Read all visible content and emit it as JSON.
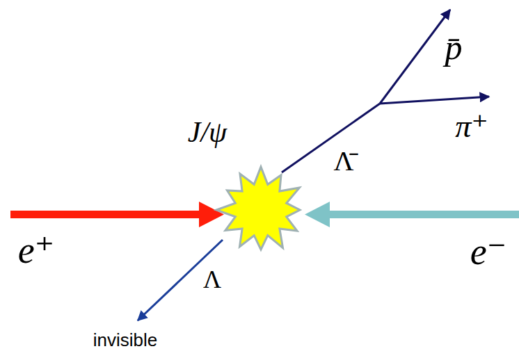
{
  "diagram": {
    "labels": [
      "p̄",
      "π⁺",
      "J/ψ",
      "Λ̄",
      "e⁺",
      "e⁻",
      "Λ",
      "invisible"
    ]
  }
}
